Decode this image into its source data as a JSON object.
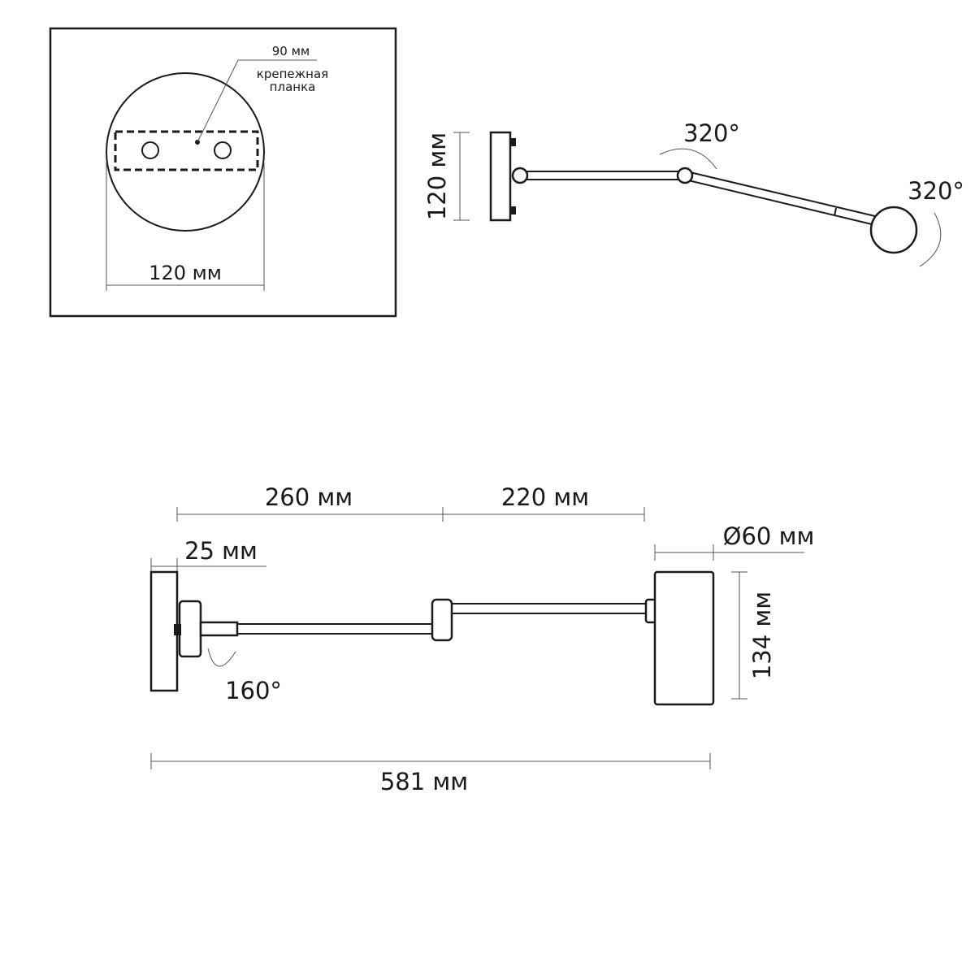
{
  "mounting_plate_view": {
    "width_label": "120 мм",
    "bracket_width_label": "90 мм",
    "bracket_label_line1": "крепежная",
    "bracket_label_line2": "планка"
  },
  "top_view": {
    "height_label": "120 мм",
    "elbow_angle_label": "320°",
    "head_angle_label": "320°"
  },
  "side_view": {
    "arm1_label": "260 мм",
    "arm2_label": "220 мм",
    "plate_depth_label": "25 мм",
    "head_diameter_label": "Ø60 мм",
    "head_height_label": "134 мм",
    "base_angle_label": "160°",
    "total_length_label": "581 мм"
  }
}
